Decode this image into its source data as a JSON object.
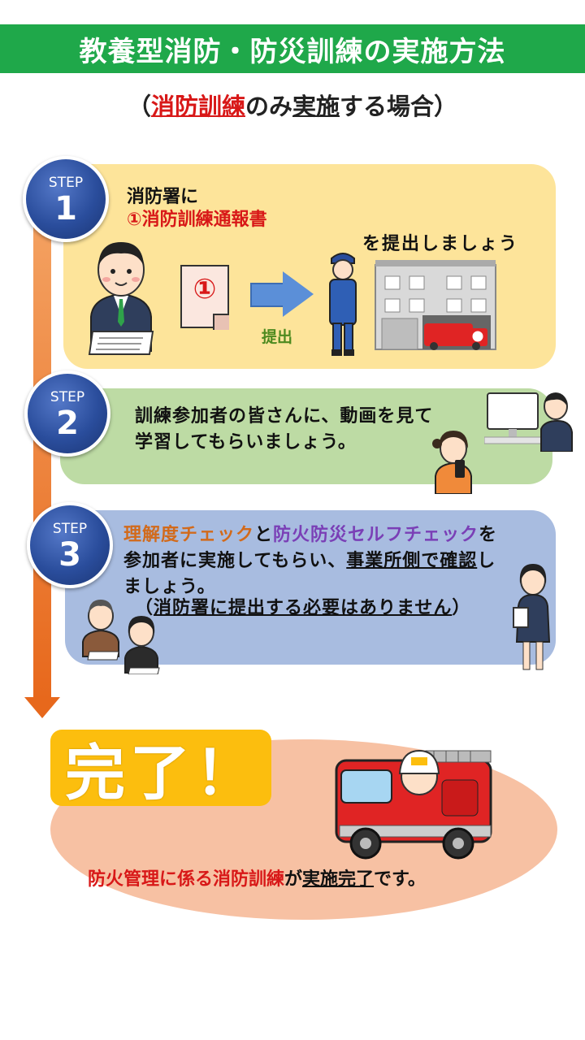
{
  "header": {
    "title": "教養型消防・防災訓練の実施方法"
  },
  "subtitle": {
    "open": "（",
    "red": "消防訓練",
    "middle": "のみ",
    "underlined": "実施",
    "end": "する場合）"
  },
  "steps": [
    {
      "badge_word": "STEP",
      "badge_num": "1",
      "line1": "消防署に",
      "line2": "①消防訓練通報書",
      "line3": "を提出しましょう",
      "doc_label": "①",
      "arrow_label": "提出"
    },
    {
      "badge_word": "STEP",
      "badge_num": "2",
      "line1": "訓練参加者の皆さんに、動画を見て",
      "line2": "学習してもらいましょう。"
    },
    {
      "badge_word": "STEP",
      "badge_num": "3",
      "check1": "理解度チェック",
      "joiner": "と",
      "check2": "防火防災セルフチェック",
      "tail1": "を",
      "line2_a": "参加者に実施してもらい、",
      "line2_b": "事業所側で確認",
      "line2_c": "し",
      "line3": "ましょう。",
      "line4_open": "（",
      "line4_ul": "消防署に提出する必要はありません",
      "line4_close": "）"
    }
  ],
  "completion": {
    "label": "完了！",
    "final_red": "防火管理に係る消防訓練",
    "final_a": "が",
    "final_ul": "実施完了",
    "final_b": "です。"
  },
  "colors": {
    "header_green": "#1fa84a",
    "accent_red": "#d81818",
    "step1_bg": "#fde49a",
    "step2_bg": "#bddba4",
    "step3_bg": "#a8bce0",
    "badge_blue": "#2a4d9c",
    "timeline_orange": "#e7681c",
    "complete_yellow": "#fcbe0e",
    "ellipse_peach": "#f7c1a3"
  },
  "icons": [
    "businessman-at-desk-icon",
    "document-icon",
    "right-arrow-icon",
    "firefighter-icon",
    "fire-station-icon",
    "woman-with-phone-icon",
    "man-at-computer-icon",
    "seated-workers-icon",
    "woman-with-clipboard-icon",
    "fire-engine-icon"
  ]
}
